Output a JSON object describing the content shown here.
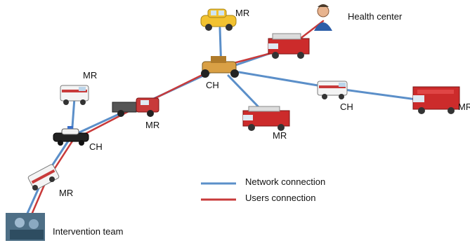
{
  "nodes": {
    "mr_top": "MR",
    "health_center": "Health center",
    "ch_center": "CH",
    "mr_ambulance": "MR",
    "mr_truck": "MR",
    "ch_left": "CH",
    "mr_firetruck_mid": "MR",
    "ch_right": "CH",
    "mr_right": "MR",
    "mr_bottom": "MR",
    "intervention_team": "Intervention team"
  },
  "legend": {
    "network": "Network connection",
    "users": "Users connection"
  },
  "colors": {
    "network": "#5b8fc9",
    "users": "#c83a3a"
  }
}
